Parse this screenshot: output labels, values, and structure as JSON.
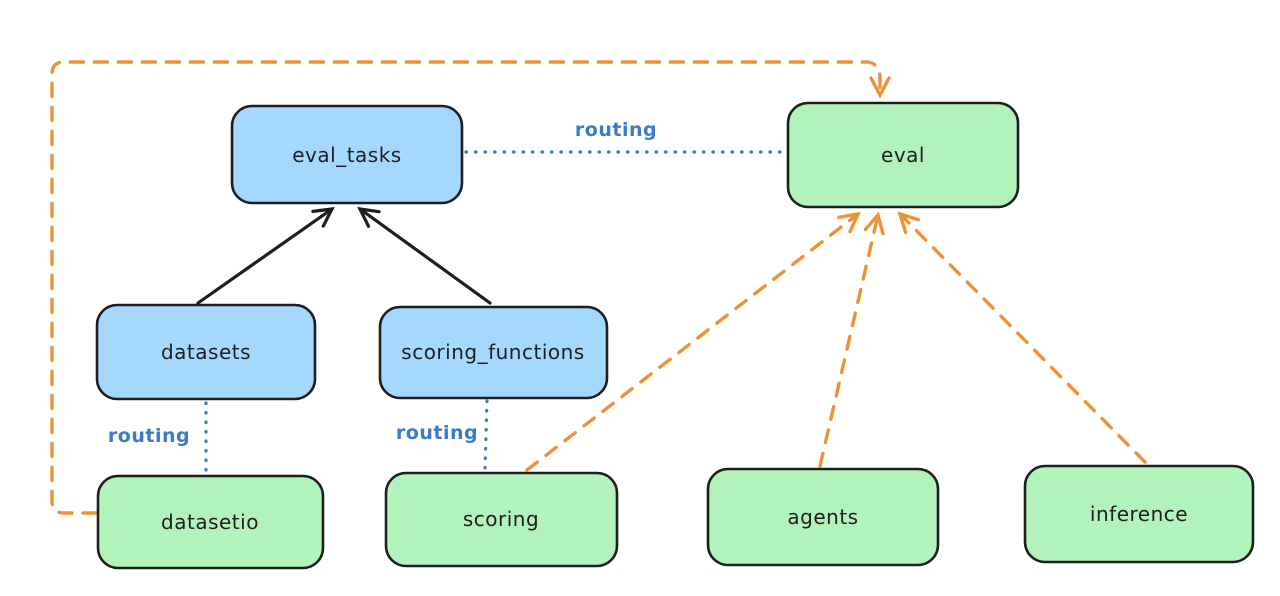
{
  "diagram": {
    "background": "#ffffff",
    "nodes": [
      {
        "id": "eval_tasks",
        "label": "eval_tasks",
        "color": "blue"
      },
      {
        "id": "eval",
        "label": "eval",
        "color": "green"
      },
      {
        "id": "datasets",
        "label": "datasets",
        "color": "blue"
      },
      {
        "id": "scoring_functions",
        "label": "scoring_functions",
        "color": "blue"
      },
      {
        "id": "datasetio",
        "label": "datasetio",
        "color": "green"
      },
      {
        "id": "scoring",
        "label": "scoring",
        "color": "green"
      },
      {
        "id": "agents",
        "label": "agents",
        "color": "green"
      },
      {
        "id": "inference",
        "label": "inference",
        "color": "green"
      }
    ],
    "edges": [
      {
        "from": "datasets",
        "to": "eval_tasks",
        "style": "solid_arrow",
        "color": "#1e1e1e"
      },
      {
        "from": "scoring_functions",
        "to": "eval_tasks",
        "style": "solid_arrow",
        "color": "#1e1e1e"
      },
      {
        "from": "eval_tasks",
        "to": "eval",
        "style": "dotted",
        "color": "#3b7cc8",
        "label": "routing"
      },
      {
        "from": "datasets",
        "to": "datasetio",
        "style": "dotted",
        "color": "#3b7cc8",
        "label": "routing"
      },
      {
        "from": "scoring_functions",
        "to": "scoring",
        "style": "dotted",
        "color": "#3b7cc8",
        "label": "routing"
      },
      {
        "from": "datasetio",
        "to": "eval",
        "style": "dashed_arrow",
        "color": "#ec9335"
      },
      {
        "from": "scoring",
        "to": "eval",
        "style": "dashed_arrow",
        "color": "#ec9335"
      },
      {
        "from": "agents",
        "to": "eval",
        "style": "dashed_arrow",
        "color": "#ec9335"
      },
      {
        "from": "inference",
        "to": "eval",
        "style": "dashed_arrow",
        "color": "#ec9335"
      }
    ],
    "colors": {
      "blue_node_fill": "#a5d8ff",
      "green_node_fill": "#b2f2bb",
      "node_border": "#1e1e1e",
      "routing_blue": "#3b7cc8",
      "dashed_orange": "#ec9335"
    }
  }
}
